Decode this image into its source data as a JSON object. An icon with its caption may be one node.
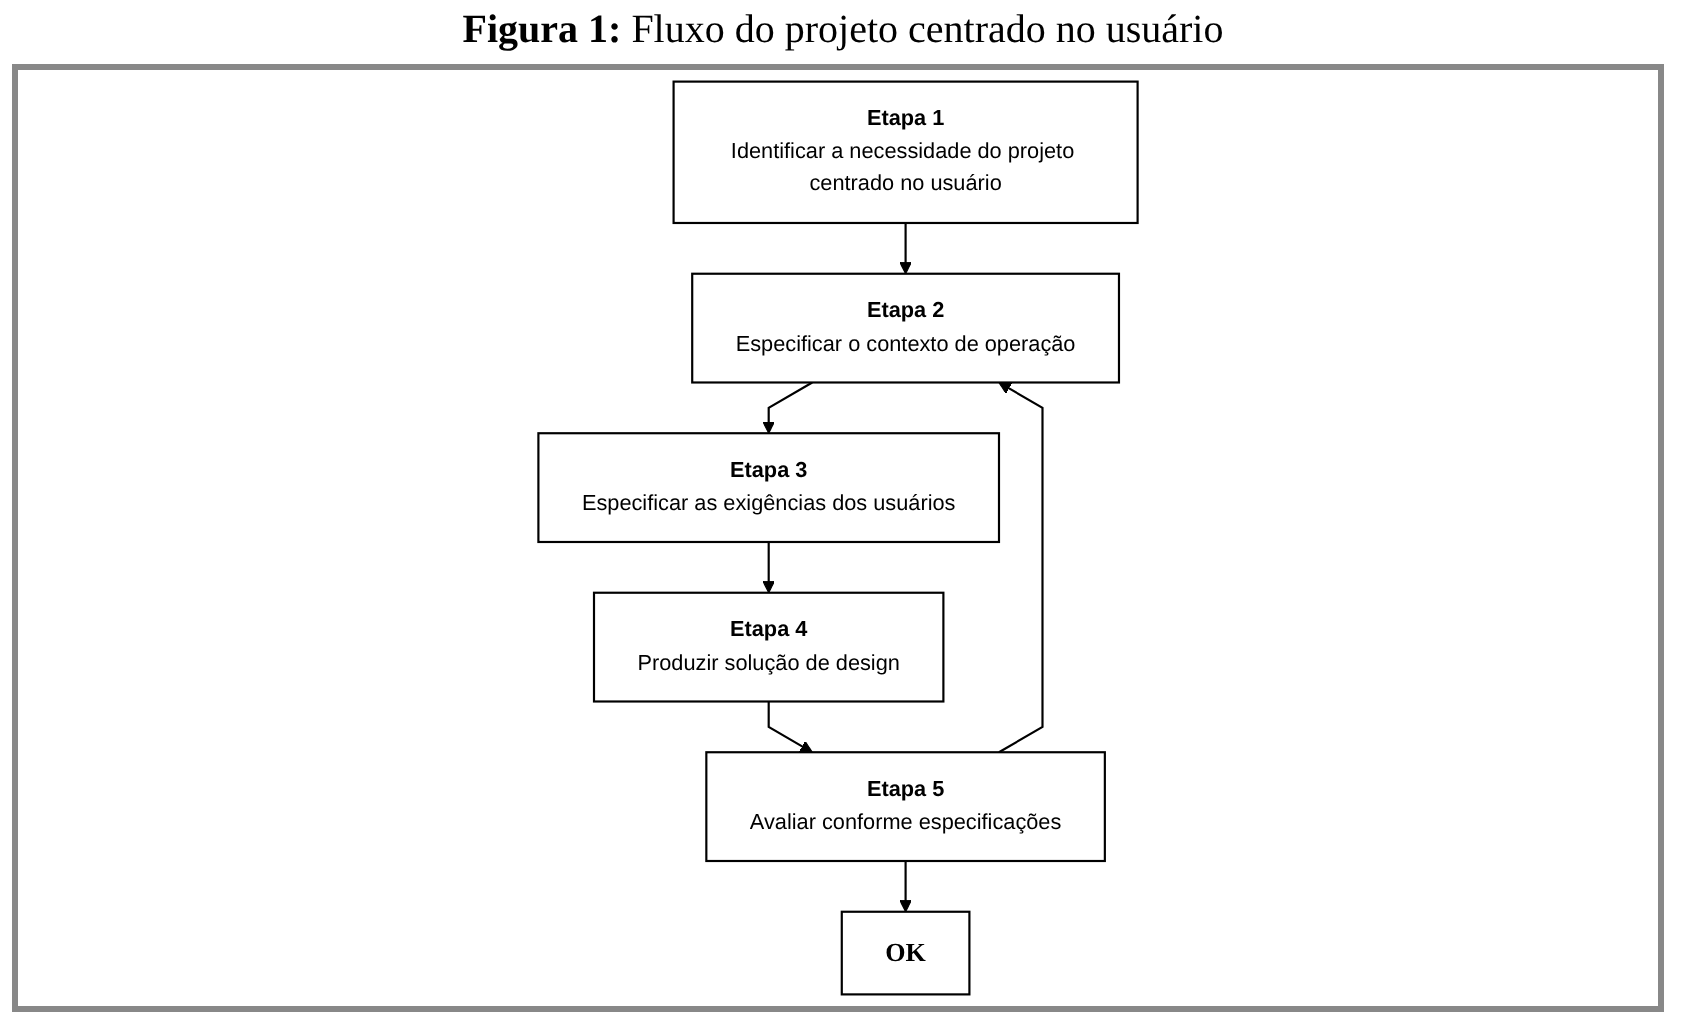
{
  "diagram": {
    "title": "**Figura 1:** Fluxo do projeto centrado no usuário",
    "nodes": [
      {
        "text": [
          "Etapa 1",
          "Identificar a necessidade do projeto centrado no usuário"
        ]
      },
      {
        "text": [
          "Etapa 2",
          "Especificar o contexto de operação"
        ]
      },
      {
        "text": [
          "Etapa 3",
          "Especificar as exigências dos usuários"
        ]
      },
      {
        "text": [
          "Etapa 4",
          "Produzir solução de design"
        ]
      },
      {
        "text": [
          "Etapa 5",
          "Avaliar conforme especificações"
        ]
      },
      {
        "text": [
          "OK"
        ]
      }
    ],
    "edges": [
      {
        "from": 0,
        "to": 1,
        "arrow": "to"
      },
      {
        "from": 1,
        "to": 2,
        "arrow": "to"
      },
      {
        "from": 2,
        "to": 3,
        "arrow": "to"
      },
      {
        "from": 3,
        "to": 4,
        "arrow": "to"
      },
      {
        "from": 4,
        "to": 1,
        "arrow": "to"
      },
      {
        "from": 4,
        "to": 5,
        "arrow": "to"
      }
    ]
  }
}
